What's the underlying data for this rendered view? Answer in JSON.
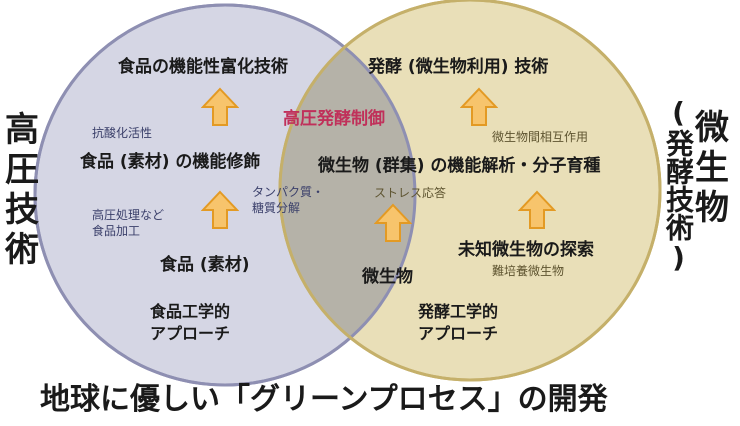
{
  "colors": {
    "left_circle_fill": "#d5d6e4",
    "left_circle_stroke": "#8e8fb2",
    "right_circle_fill": "#e9dfb8",
    "right_circle_stroke": "#c5b06a",
    "overlap_fill": "#b5b2a8",
    "arrow_fill": "#f7c46c",
    "arrow_stroke": "#e39a24",
    "center_title": "#c0305a",
    "small_note_left": "#3a3f6a",
    "small_note_right": "#5e5430"
  },
  "side_labels": {
    "left": [
      "高",
      "圧",
      "技",
      "術"
    ],
    "right_top": [
      "微",
      "生",
      "物"
    ],
    "right_paren": "(発酵技術)"
  },
  "left": {
    "top_title": "食品の機能性富化技術",
    "note_antioxidant": "抗酸化活性",
    "mid_title": "食品 (素材) の機能修飾",
    "note_processing": [
      "高圧処理など",
      "食品加工"
    ],
    "bottom_title": "食品 (素材)",
    "approach": [
      "食品工学的",
      "アプローチ"
    ]
  },
  "right": {
    "top_title": "発酵 (微生物利用) 技術",
    "note_interaction": "微生物間相互作用",
    "mid_title": "微生物 (群集) の機能解析・分子育種",
    "note_stress": "ストレス応答",
    "microbe": "微生物",
    "search_title": "未知微生物の探索",
    "note_hard": "難培養微生物",
    "approach": [
      "発酵工学的",
      "アプローチ"
    ]
  },
  "center": {
    "title": "高圧発酵制御",
    "note_protein": [
      "タンパク質・",
      "糖質分解"
    ]
  },
  "footer": "地球に優しい「グリーンプロセス」の開発",
  "icons": [
    "up-arrow-icon"
  ]
}
